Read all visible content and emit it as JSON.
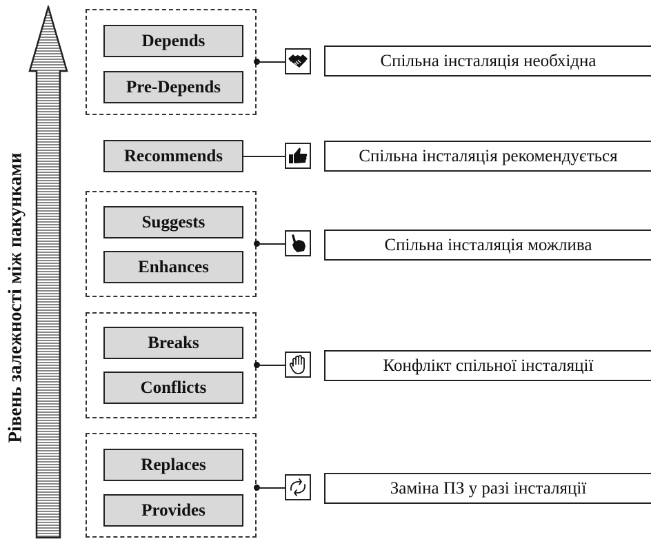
{
  "axis_label": "Рівень залежності між пакунками",
  "rows": [
    {
      "packages": [
        "Depends",
        "Pre-Depends"
      ],
      "icon": "handshake-icon",
      "description": "Спільна інсталяція необхідна"
    },
    {
      "packages": [
        "Recommends"
      ],
      "icon": "thumbs-up-icon",
      "description": "Спільна інсталяція рекомендується"
    },
    {
      "packages": [
        "Suggests",
        "Enhances"
      ],
      "icon": "pointing-hand-icon",
      "description": "Спільна інсталяція можлива"
    },
    {
      "packages": [
        "Breaks",
        "Conflicts"
      ],
      "icon": "stop-hand-icon",
      "description": "Конфлікт спільної інсталяції"
    },
    {
      "packages": [
        "Replaces",
        "Provides"
      ],
      "icon": "swap-arrows-icon",
      "description": "Заміна ПЗ у разі інсталяції"
    }
  ]
}
